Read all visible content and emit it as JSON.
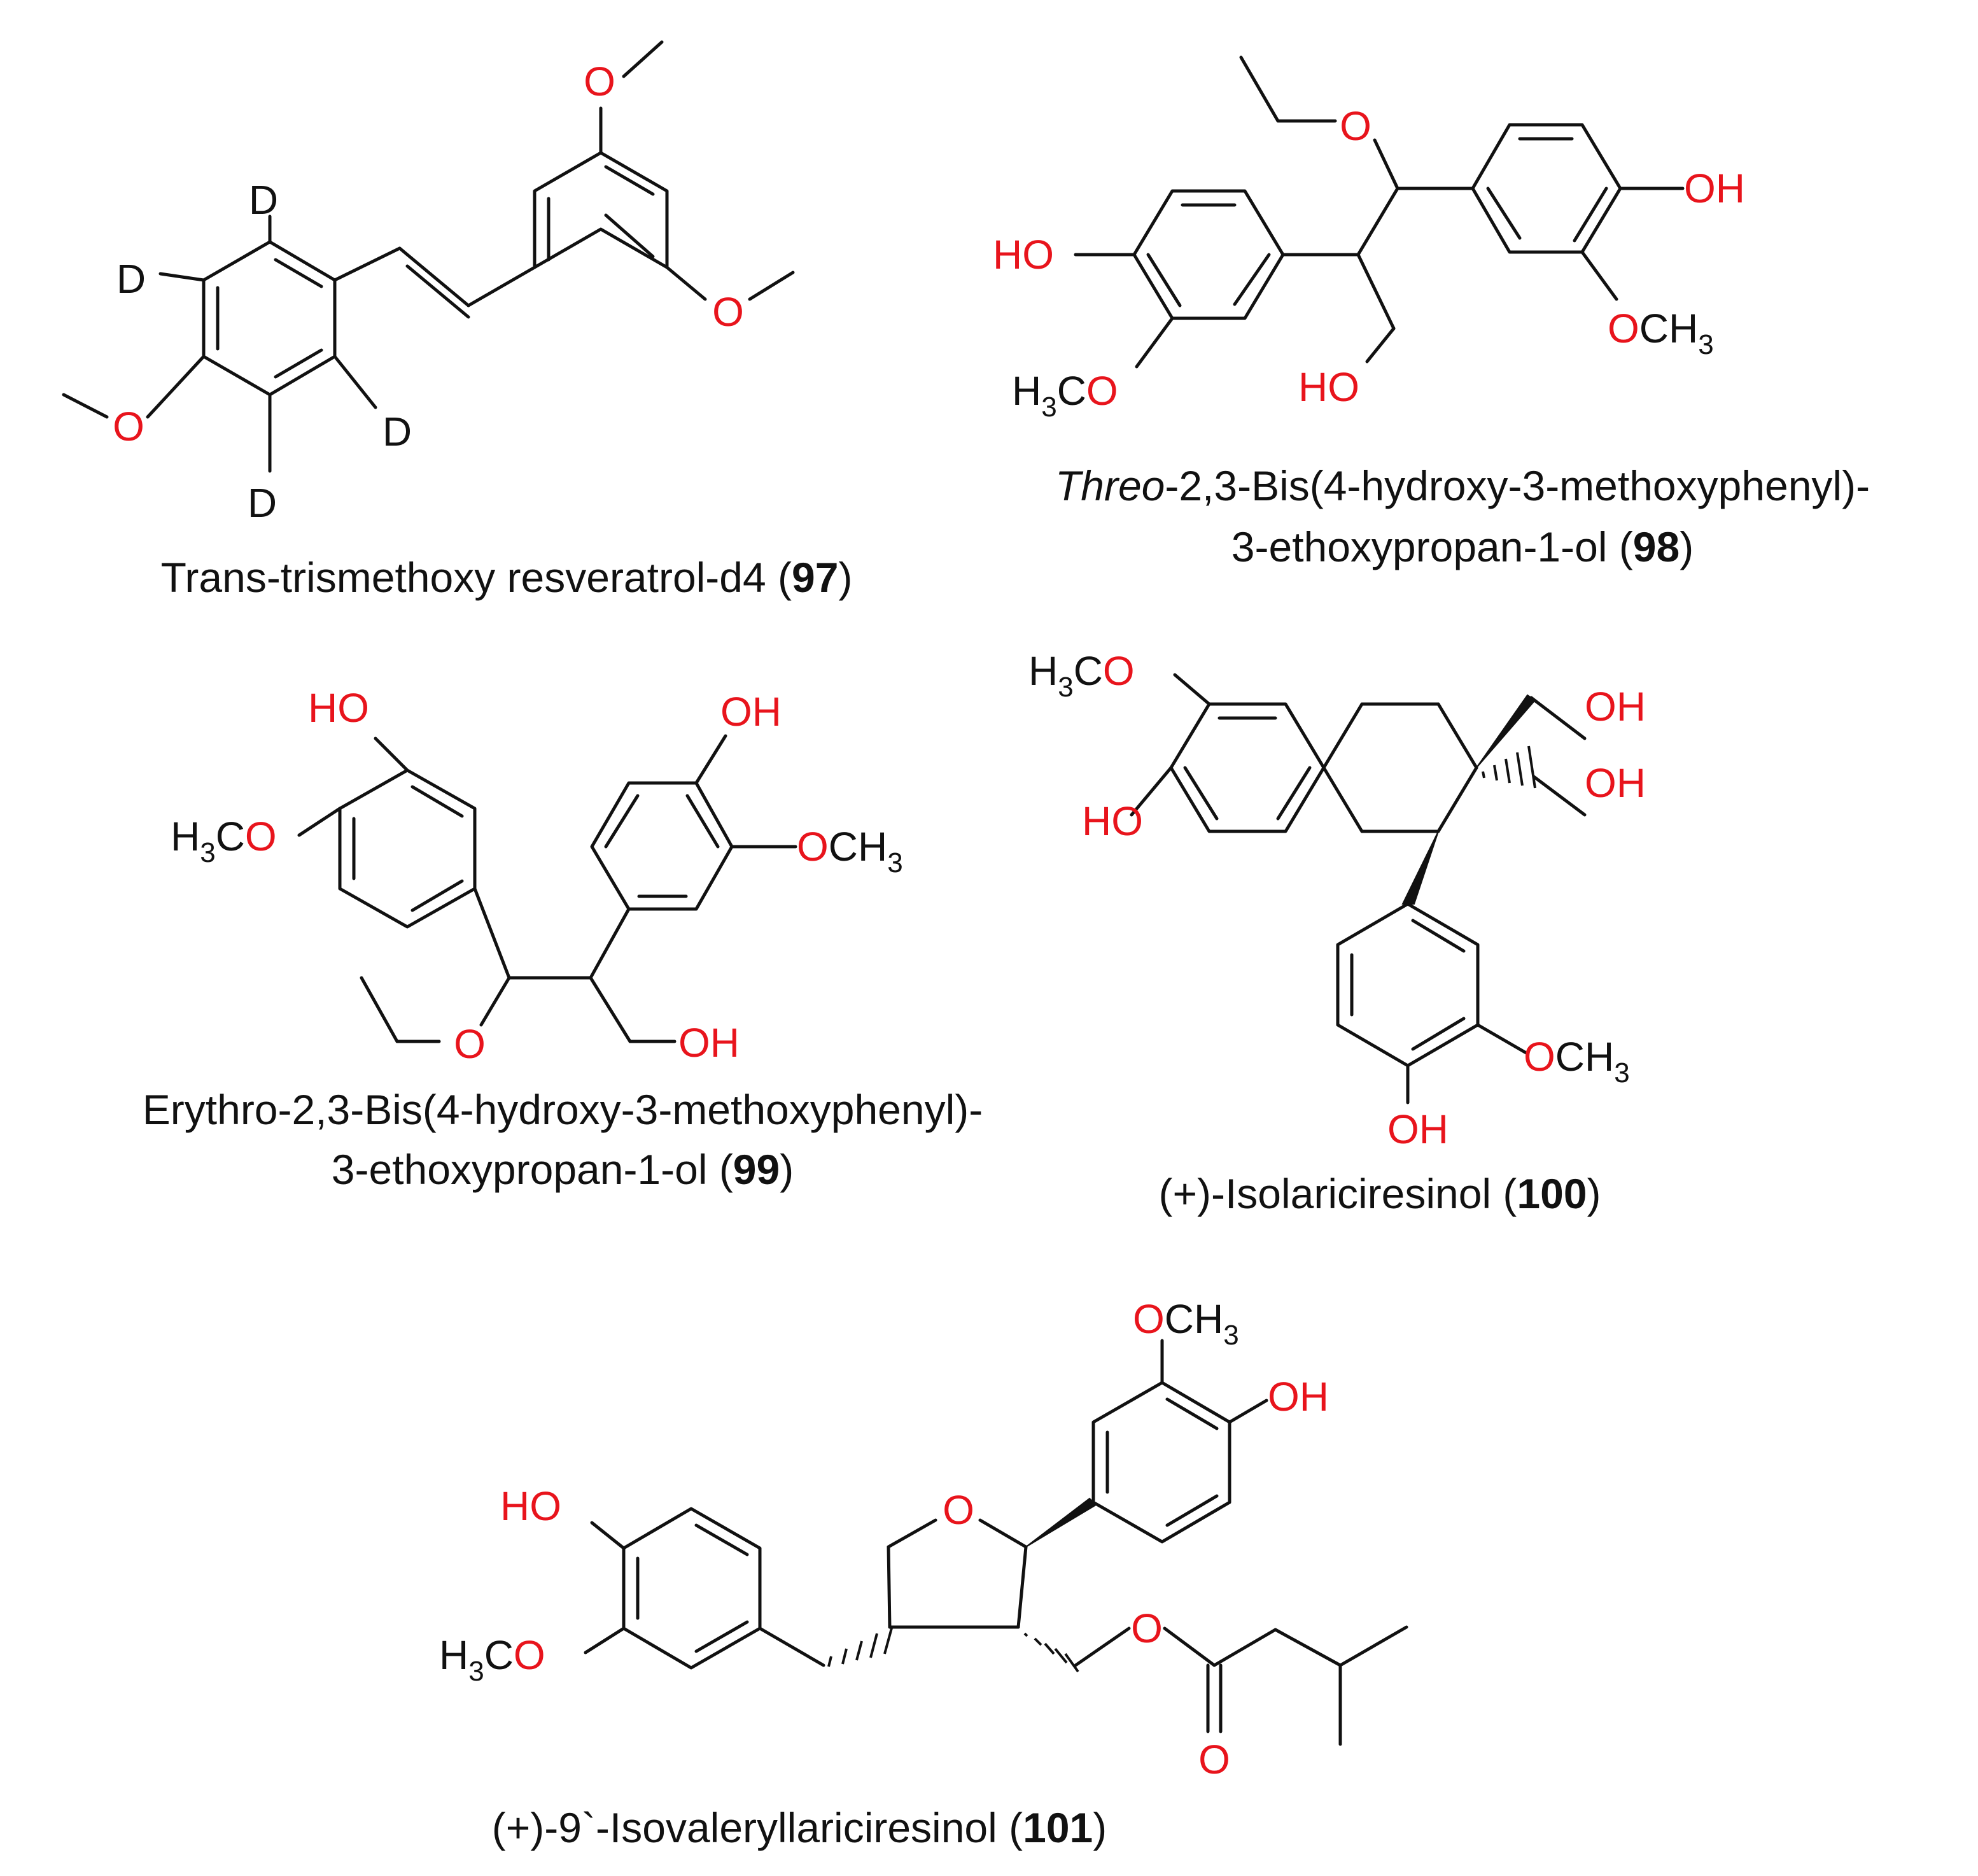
{
  "colors": {
    "heteroatom": "#e8141c",
    "deuterium": "#111111",
    "bond": "#111111",
    "caption": "#111111"
  },
  "compounds": [
    {
      "id": "97",
      "name": "Trans-trismethoxy resveratrol-d4",
      "atom_labels": {
        "o1": "O",
        "o2": "O",
        "o3": "O",
        "d1": "D",
        "d2": "D",
        "d3": "D",
        "d4": "D"
      },
      "caption": {
        "prefix": "Trans-trismethoxy resveratrol-d4 (",
        "number": "97",
        "suffix": ")"
      }
    },
    {
      "id": "98",
      "name": "Threo-2,3-Bis(4-hydroxy-3-methoxyphenyl)-3-ethoxypropan-1-ol",
      "atom_labels": {
        "ho": "HO",
        "h3co_h": "H",
        "h3co_3": "3",
        "h3co_c": "C",
        "h3co_o": "O",
        "o_eth": "O",
        "oh_right": "OH",
        "och3_o": "O",
        "och3_ch": "CH",
        "och3_3": "3",
        "ho_bottom": "HO"
      },
      "caption": {
        "line1_italic": "Threo",
        "line1_rest": "-2,3-Bis(4-hydroxy-3-methoxyphenyl)-",
        "line2_prefix": "3-ethoxypropan-1-ol  (",
        "number": "98",
        "suffix": ")"
      }
    },
    {
      "id": "99",
      "name": "Erythro-2,3-Bis(4-hydroxy-3-methoxyphenyl)-3-ethoxypropan-1-ol",
      "atom_labels": {
        "ho_top": "HO",
        "oh_top": "OH",
        "h3co_h": "H",
        "h3co_3": "3",
        "h3co_c": "C",
        "h3co_o": "O",
        "och3_o": "O",
        "och3_ch": "CH",
        "och3_3": "3",
        "o_eth": "O",
        "oh_bottom": "OH"
      },
      "caption": {
        "line1": "Erythro-2,3-Bis(4-hydroxy-3-methoxyphenyl)-",
        "line2_prefix": "3-ethoxypropan-1-ol (",
        "number": "99",
        "suffix": ")"
      }
    },
    {
      "id": "100",
      "name": "(+)-Isolariciresinol",
      "atom_labels": {
        "h3co_h": "H",
        "h3co_3": "3",
        "h3co_c": "C",
        "h3co_o": "O",
        "ho": "HO",
        "oh1": "OH",
        "oh2": "OH",
        "och3_o": "O",
        "och3_ch": "CH",
        "och3_3": "3",
        "oh_bottom": "OH"
      },
      "caption": {
        "prefix": "(+)-Isolariciresinol (",
        "number": "100",
        "suffix": ")"
      }
    },
    {
      "id": "101",
      "name": "(+)-9`-Isovaleryllariciresinol",
      "atom_labels": {
        "och3_o": "O",
        "och3_ch": "CH",
        "och3_3": "3",
        "oh": "OH",
        "ho": "HO",
        "o_ring": "O",
        "h3co_h": "H",
        "h3co_3": "3",
        "h3co_c": "C",
        "h3co_o": "O",
        "o_ester": "O",
        "o_carbonyl": "O"
      },
      "caption": {
        "prefix": "(+)-9`-Isovaleryllariciresinol (",
        "number": "101",
        "suffix": ")"
      }
    }
  ]
}
